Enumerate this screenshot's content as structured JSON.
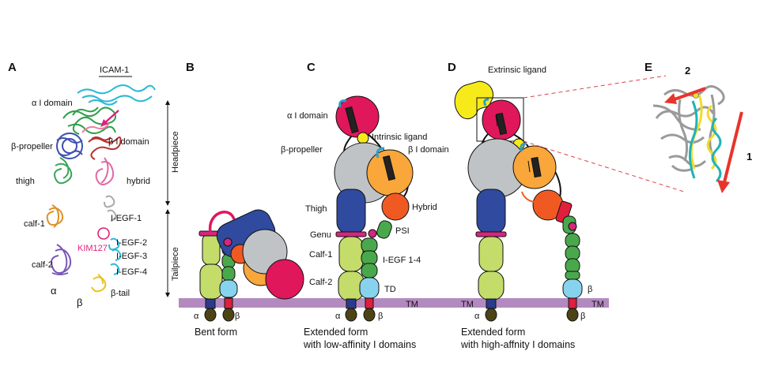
{
  "panels": {
    "a": "A",
    "b": "B",
    "c": "C",
    "d": "D",
    "e": "E"
  },
  "panel_a": {
    "icam": "ICAM-1",
    "ai_domain": "α I domain",
    "b_propeller": "β-propeller",
    "bi_domain": "β I domain",
    "thigh": "thigh",
    "hybrid": "hybrid",
    "calf1": "calf-1",
    "calf2": "calf-2",
    "iegf1": "I-EGF-1",
    "iegf2": "I-EGF-2",
    "iegf3": "I-EGF-3",
    "iegf4": "I-EGF-4",
    "kim127": "KIM127",
    "btail": "β-tail",
    "alpha": "α",
    "beta": "β"
  },
  "scale": {
    "headpiece": "Headpiece",
    "tailpiece": "Tailpiece"
  },
  "panel_b": {
    "alpha": "α",
    "beta": "β",
    "caption": "Bent form"
  },
  "panel_c": {
    "ai_domain": "α I domain",
    "intrinsic": "Intrinsic ligand",
    "b_propeller": "β-propeller",
    "bi_domain": "β I domain",
    "thigh": "Thigh",
    "hybrid": "Hybrid",
    "genu": "Genu",
    "psi": "PSI",
    "calf1": "Calf-1",
    "iegf": "I-EGF 1-4",
    "calf2": "Calf-2",
    "td": "TD",
    "alpha": "α",
    "beta": "β",
    "tm": "TM",
    "caption1": "Extended form",
    "caption2": "with low-affinity I domains"
  },
  "panel_d": {
    "extrinsic": "Extrinsic ligand",
    "alpha": "α",
    "beta": "β",
    "beta_td": "β",
    "tm": "TM",
    "caption1": "Extended form",
    "caption2": "with high-affnity I domains"
  },
  "panel_e": {
    "n1": "1",
    "n2": "2"
  },
  "colors": {
    "crimson": "#e0175a",
    "gray": "#c0c3c6",
    "orange": "#f9a63b",
    "red_orange": "#f05a22",
    "navy": "#2f4a9e",
    "lime": "#c4dc6a",
    "green": "#4aa84c",
    "sky": "#87d3ee",
    "magenta": "#d6267f",
    "yellow": "#f7ea1b",
    "membrane": "#b38ac0",
    "tm_red": "#e01f3d",
    "tm_navy": "#2c3a8c",
    "cyto": "#4d4416",
    "arrow_red": "#e8342c"
  }
}
